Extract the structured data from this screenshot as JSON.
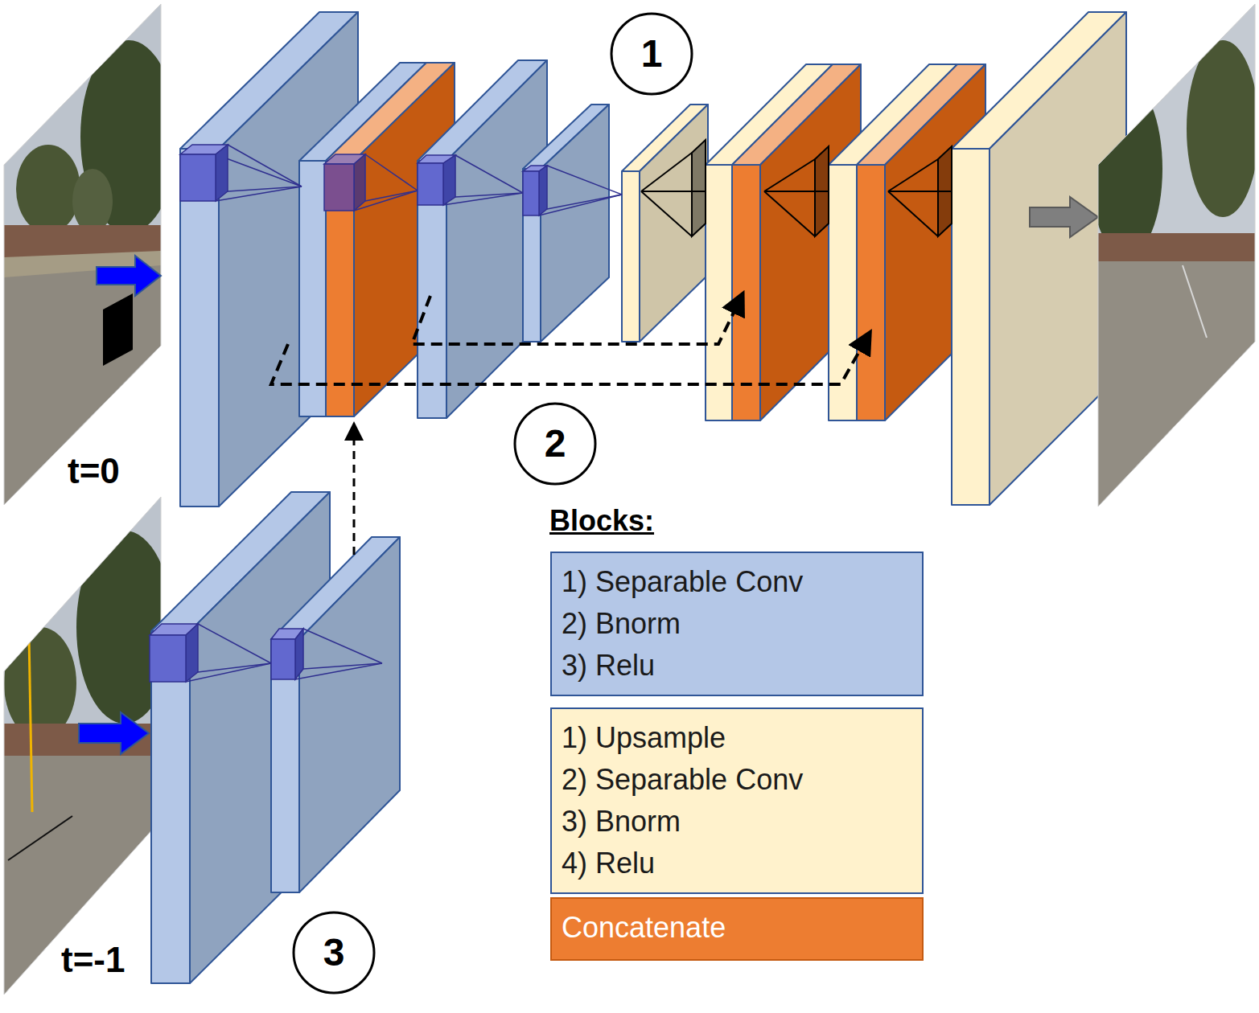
{
  "diagram": {
    "nodes": [
      {
        "text": [
          "1"
        ]
      },
      {
        "text": [
          "2"
        ]
      },
      {
        "text": [
          "1) Separable Conv",
          "2) Bnorm",
          "3) Relu"
        ]
      },
      {
        "text": [
          "1) Upsample",
          "2) Separable Conv",
          "3) Bnorm",
          "4) Relu"
        ]
      },
      {
        "text": [
          "Concatenate"
        ]
      },
      {
        "text": [
          "3"
        ]
      }
    ],
    "labels": [
      "t=0",
      "Blocks:",
      "t=-1"
    ]
  }
}
